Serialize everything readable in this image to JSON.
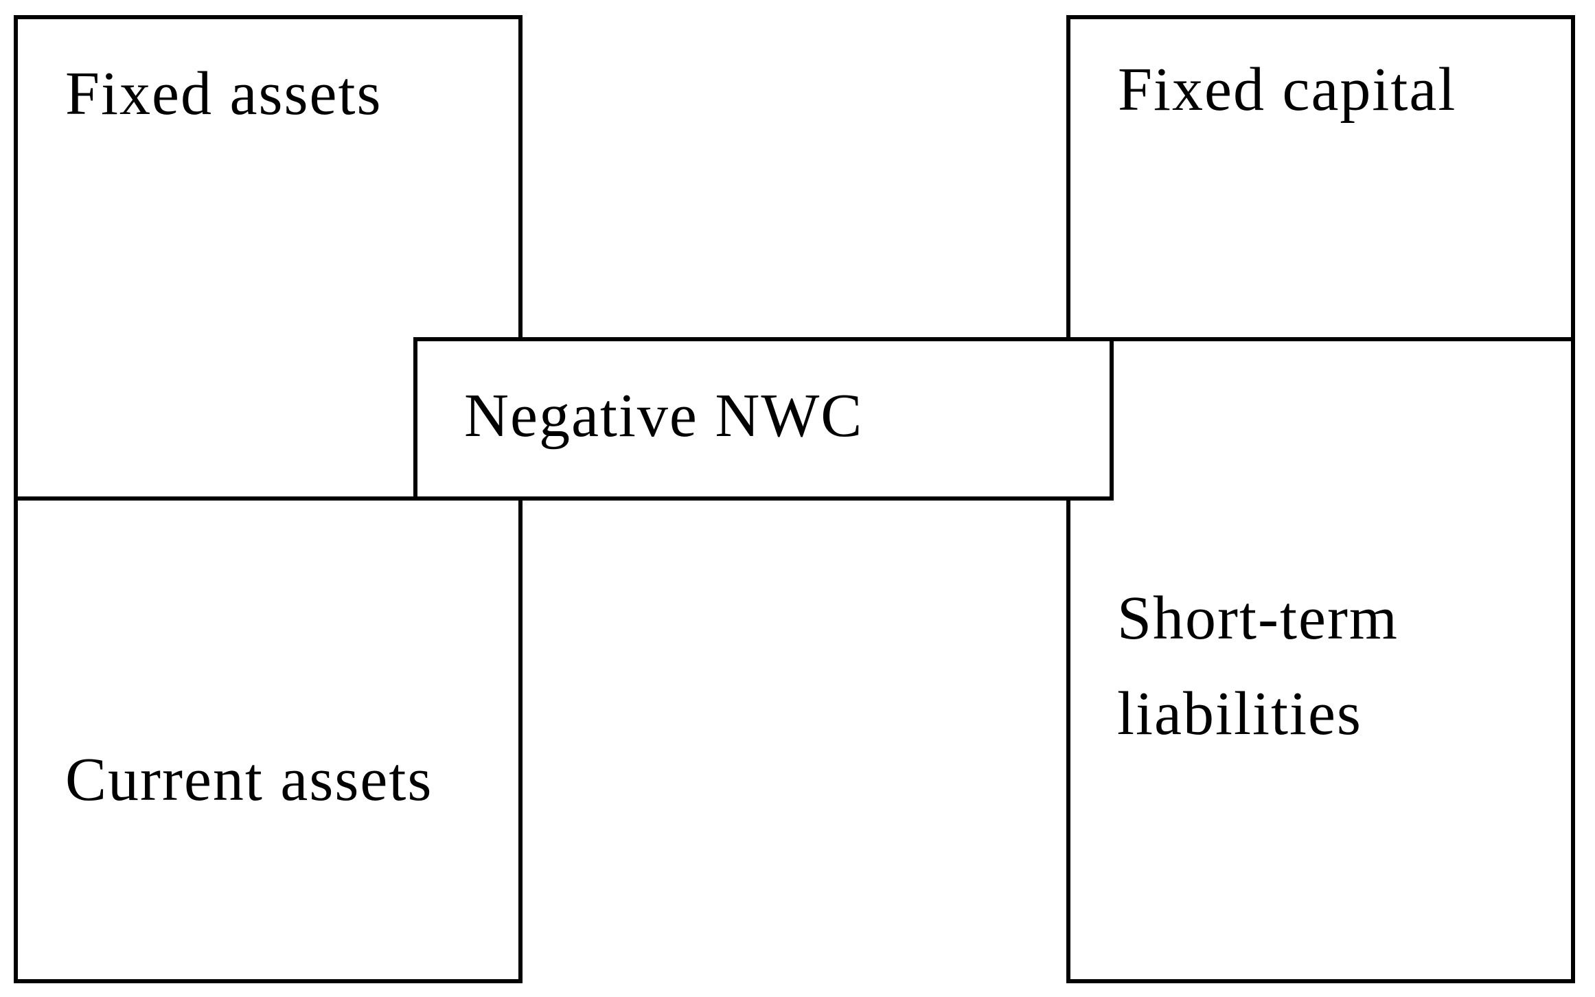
{
  "figure": {
    "colors": {
      "background": "#ffffff",
      "border": "#000000",
      "text": "#000000"
    },
    "boxes": {
      "fixed_assets": {
        "label": "Fixed assets"
      },
      "fixed_capital": {
        "label": "Fixed capital"
      },
      "negative_nwc": {
        "label": "Negative NWC"
      },
      "current_assets": {
        "label": "Current assets"
      },
      "short_term_liabilities": {
        "label": "Short-term liabilities",
        "line1": "Short-term",
        "line2": "liabilities"
      }
    }
  }
}
